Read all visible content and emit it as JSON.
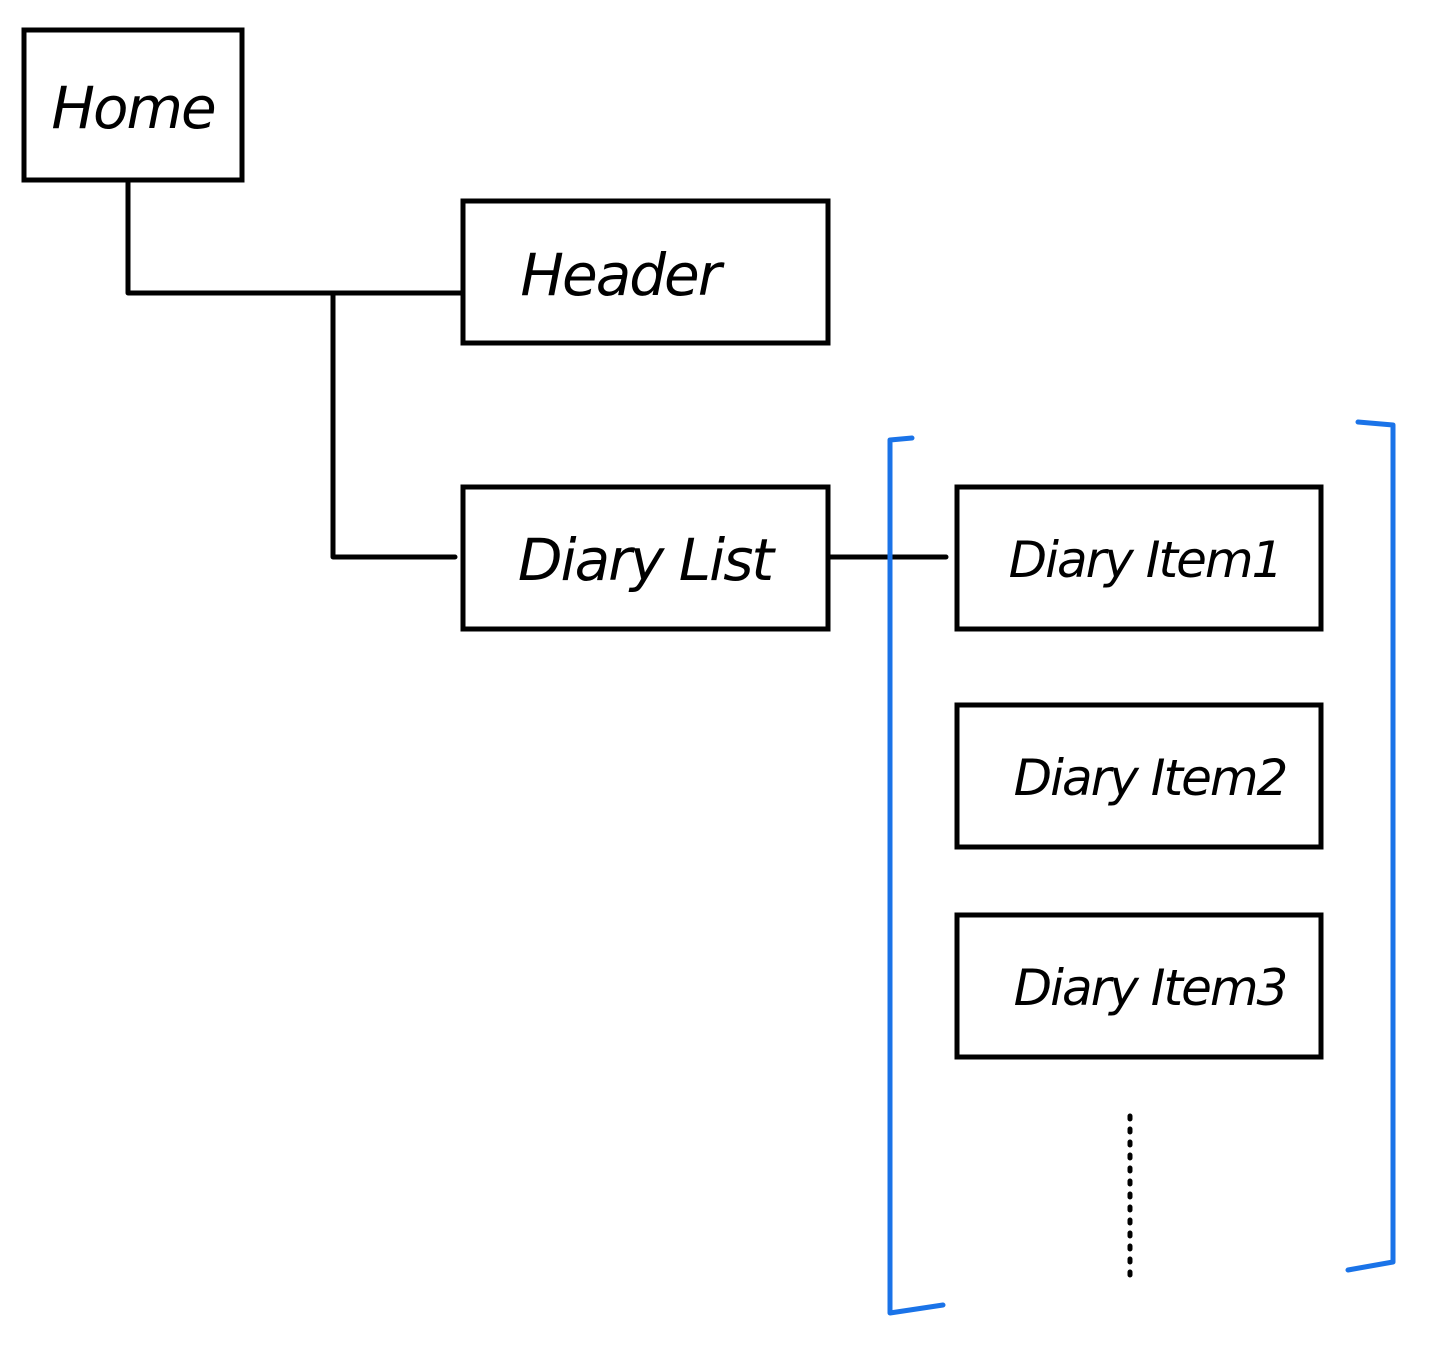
{
  "diagram": {
    "nodes": {
      "home": {
        "label": "Home"
      },
      "header": {
        "label": "Header"
      },
      "diary_list": {
        "label": "Diary List"
      },
      "diary_item_1": {
        "label": "Diary Item1"
      },
      "diary_item_2": {
        "label": "Diary Item2"
      },
      "diary_item_3": {
        "label": "Diary Item3"
      }
    },
    "colors": {
      "line": "#000000",
      "bracket": "#1a73e8"
    }
  }
}
